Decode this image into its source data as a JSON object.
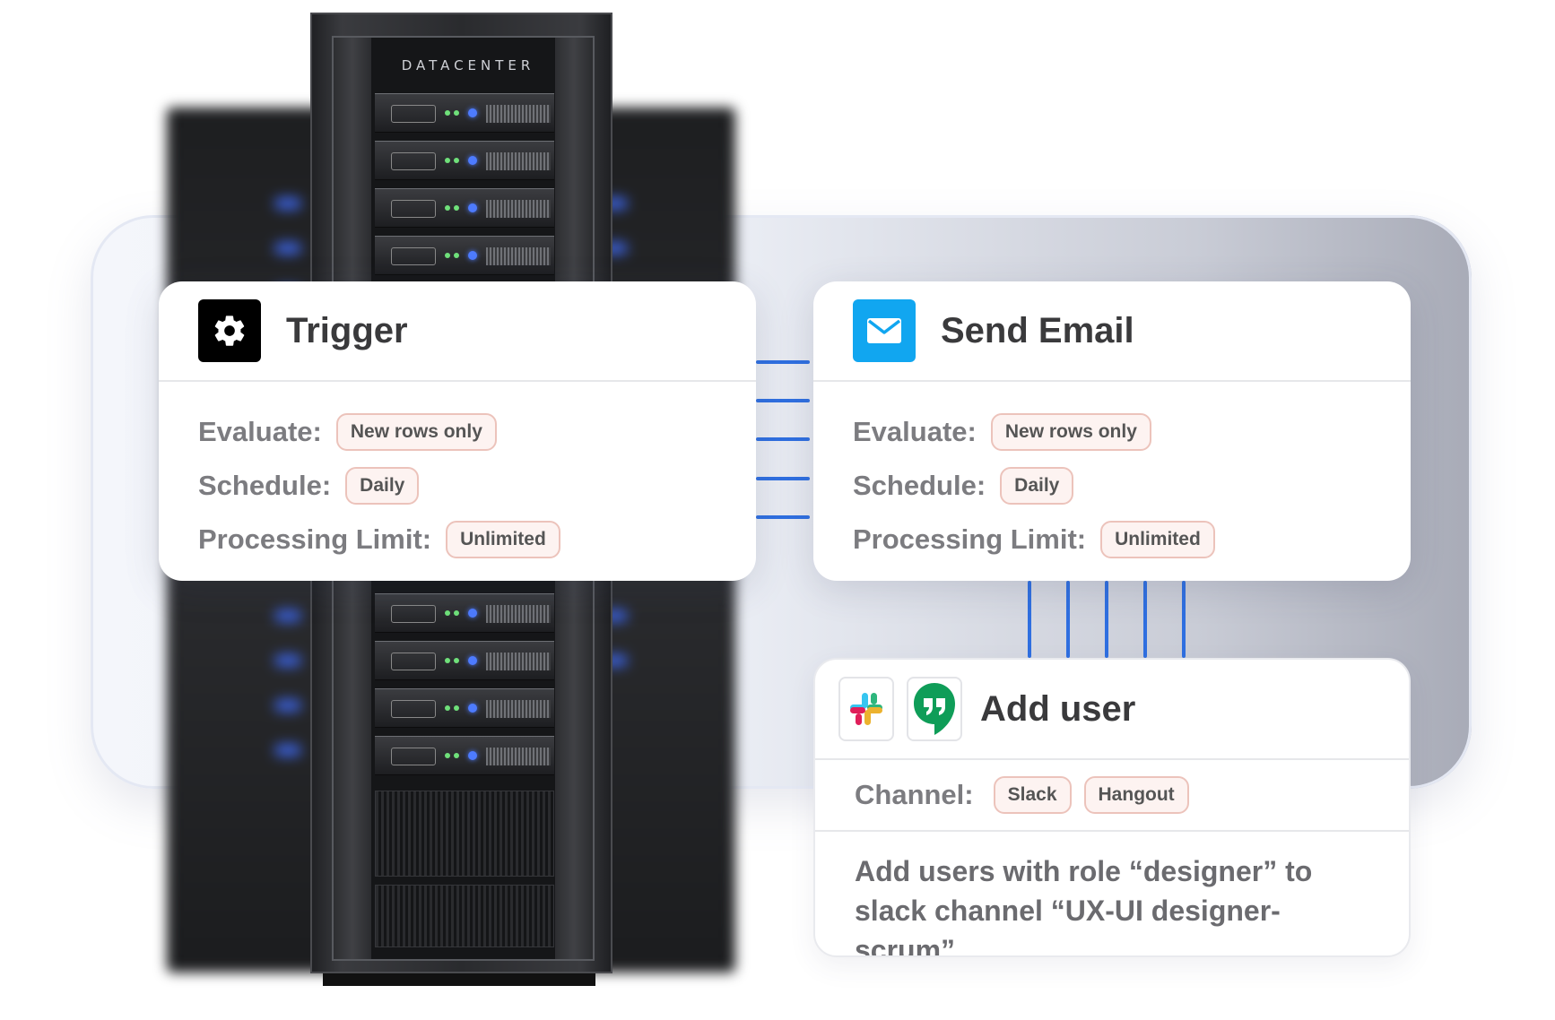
{
  "rack": {
    "brand": "DATACENTER"
  },
  "trigger_card": {
    "title": "Trigger",
    "icon": "gear-icon",
    "rows": [
      {
        "label": "Evaluate:",
        "chips": [
          "New rows only"
        ]
      },
      {
        "label": "Schedule:",
        "chips": [
          "Daily"
        ]
      },
      {
        "label": "Processing Limit:",
        "chips": [
          "Unlimited"
        ]
      }
    ]
  },
  "email_card": {
    "title": "Send Email",
    "icon": "mail-icon",
    "rows": [
      {
        "label": "Evaluate:",
        "chips": [
          "New rows only"
        ]
      },
      {
        "label": "Schedule:",
        "chips": [
          "Daily"
        ]
      },
      {
        "label": "Processing Limit:",
        "chips": [
          "Unlimited"
        ]
      }
    ]
  },
  "add_user_card": {
    "title": "Add user",
    "icons": [
      "slack-icon",
      "hangouts-icon"
    ],
    "channel_label": "Channel:",
    "channels": [
      "Slack",
      "Hangout"
    ],
    "description": "Add users with role “designer” to slack channel “UX-UI designer-scrum”"
  },
  "colors": {
    "connector": "#2f6fe0",
    "chip_border": "#ecc3bb",
    "email_icon_bg": "#11a6f0",
    "hangouts_green": "#0f9d58"
  }
}
